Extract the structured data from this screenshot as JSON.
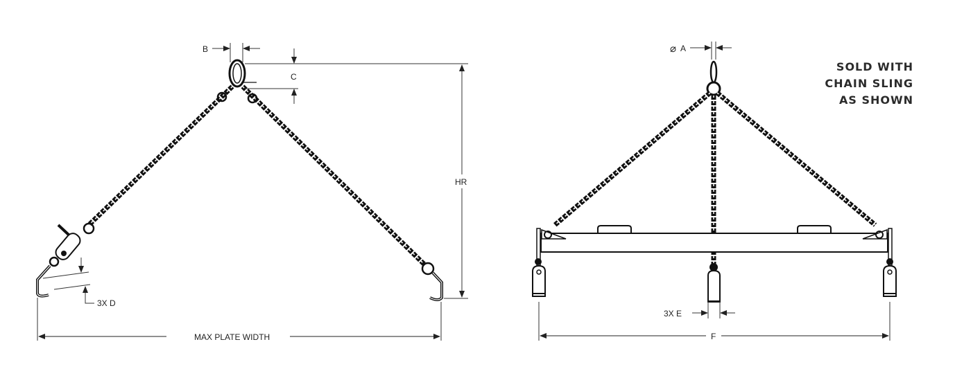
{
  "note": {
    "line1": "SOLD WITH",
    "line2": "CHAIN SLING",
    "line3": "AS SHOWN"
  },
  "side_view": {
    "dim_b": "B",
    "dim_c": "C",
    "dim_hr": "HR",
    "dim_d": "3X D",
    "dim_width": "MAX PLATE WIDTH"
  },
  "front_view": {
    "dim_a": "A",
    "dim_a_symbol": "⌀",
    "dim_e": "3X E",
    "dim_f": "F"
  },
  "colors": {
    "line": "#1a1a1a",
    "dim": "#333333",
    "text": "#2b2b2b"
  }
}
